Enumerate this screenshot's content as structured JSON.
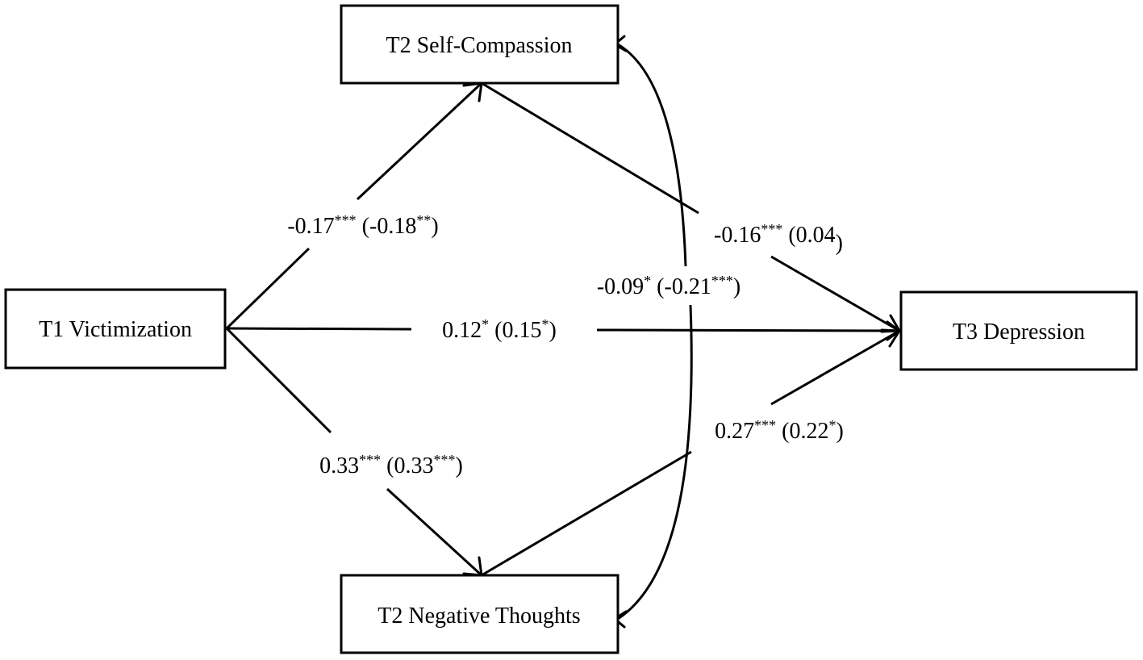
{
  "nodes": {
    "self_compassion": "T2 Self-Compassion",
    "victimization": "T1 Victimization",
    "depression": "T3 Depression",
    "negative_thoughts": "T2 Negative Thoughts"
  },
  "paths": {
    "victimization_to_self_compassion": {
      "coef": "-0.17",
      "coef_sig": "***",
      "alt": "(-0.18",
      "alt_sig": "**",
      "alt_close": ")"
    },
    "self_compassion_to_depression": {
      "coef": "-0.16",
      "coef_sig": "***",
      "alt": "(0.04",
      "alt_sig": "",
      "alt_close": ")"
    },
    "self_compassion_negative_thoughts_covariance": {
      "coef": "-0.09",
      "coef_sig": "*",
      "alt": "(-0.21",
      "alt_sig": "***",
      "alt_close": ")"
    },
    "victimization_to_depression": {
      "coef": "0.12",
      "coef_sig": "*",
      "alt": "(0.15",
      "alt_sig": "*",
      "alt_close": ")"
    },
    "negative_thoughts_to_depression": {
      "coef": "0.27",
      "coef_sig": "***",
      "alt": "(0.22",
      "alt_sig": "*",
      "alt_close": ")"
    },
    "victimization_to_negative_thoughts": {
      "coef": "0.33",
      "coef_sig": "***",
      "alt": "(0.33",
      "alt_sig": "***",
      "alt_close": ")"
    }
  }
}
